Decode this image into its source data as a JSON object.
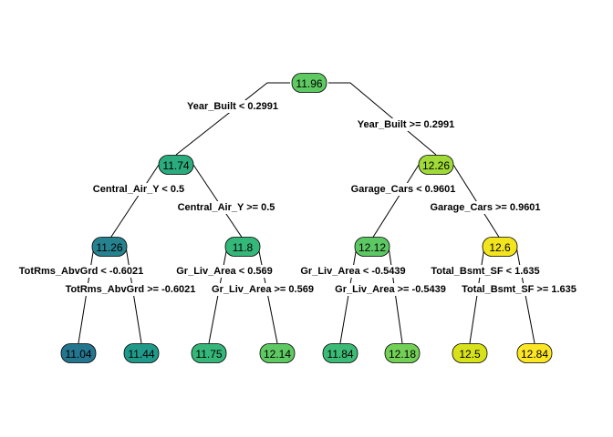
{
  "tree": {
    "nodes": [
      {
        "id": "n1",
        "value": "11.96",
        "fill": "#5ec962",
        "text_color": "#000000"
      },
      {
        "id": "n2",
        "value": "11.74",
        "fill": "#2bac7e",
        "text_color": "#000000"
      },
      {
        "id": "n3",
        "value": "12.26",
        "fill": "#a0da39",
        "text_color": "#000000"
      },
      {
        "id": "n4",
        "value": "11.26",
        "fill": "#26828e",
        "text_color": "#000000"
      },
      {
        "id": "n5",
        "value": "11.8",
        "fill": "#35b779",
        "text_color": "#000000"
      },
      {
        "id": "n6",
        "value": "12.12",
        "fill": "#5cc863",
        "text_color": "#000000"
      },
      {
        "id": "n7",
        "value": "12.6",
        "fill": "#f2e51d",
        "text_color": "#000000"
      },
      {
        "id": "n8",
        "value": "11.04",
        "fill": "#23768e",
        "text_color": "#000000"
      },
      {
        "id": "n9",
        "value": "11.44",
        "fill": "#1f9a8a",
        "text_color": "#000000"
      },
      {
        "id": "n10",
        "value": "11.75",
        "fill": "#35b779",
        "text_color": "#000000"
      },
      {
        "id": "n11",
        "value": "12.14",
        "fill": "#5ec962",
        "text_color": "#000000"
      },
      {
        "id": "n12",
        "value": "11.84",
        "fill": "#3bbb75",
        "text_color": "#000000"
      },
      {
        "id": "n13",
        "value": "12.18",
        "fill": "#73d056",
        "text_color": "#000000"
      },
      {
        "id": "n14",
        "value": "12.5",
        "fill": "#d8e219",
        "text_color": "#000000"
      },
      {
        "id": "n15",
        "value": "12.84",
        "fill": "#fde725",
        "text_color": "#000000"
      }
    ],
    "edges": [
      {
        "from": "n1",
        "to": "n2",
        "label": "Year_Built < 0.2991"
      },
      {
        "from": "n1",
        "to": "n3",
        "label": "Year_Built >= 0.2991"
      },
      {
        "from": "n2",
        "to": "n4",
        "label": "Central_Air_Y < 0.5"
      },
      {
        "from": "n2",
        "to": "n5",
        "label": "Central_Air_Y >= 0.5"
      },
      {
        "from": "n3",
        "to": "n6",
        "label": "Garage_Cars < 0.9601"
      },
      {
        "from": "n3",
        "to": "n7",
        "label": "Garage_Cars >= 0.9601"
      },
      {
        "from": "n4",
        "to": "n8",
        "label": "TotRms_AbvGrd < -0.6021"
      },
      {
        "from": "n4",
        "to": "n9",
        "label": "TotRms_AbvGrd >= -0.6021"
      },
      {
        "from": "n5",
        "to": "n10",
        "label": "Gr_Liv_Area < 0.569"
      },
      {
        "from": "n5",
        "to": "n11",
        "label": "Gr_Liv_Area >= 0.569"
      },
      {
        "from": "n6",
        "to": "n12",
        "label": "Gr_Liv_Area < -0.5439"
      },
      {
        "from": "n6",
        "to": "n13",
        "label": "Gr_Liv_Area >= -0.5439"
      },
      {
        "from": "n7",
        "to": "n14",
        "label": "Total_Bsmt_SF < 1.635"
      },
      {
        "from": "n7",
        "to": "n15",
        "label": "Total_Bsmt_SF >= 1.635"
      }
    ]
  }
}
